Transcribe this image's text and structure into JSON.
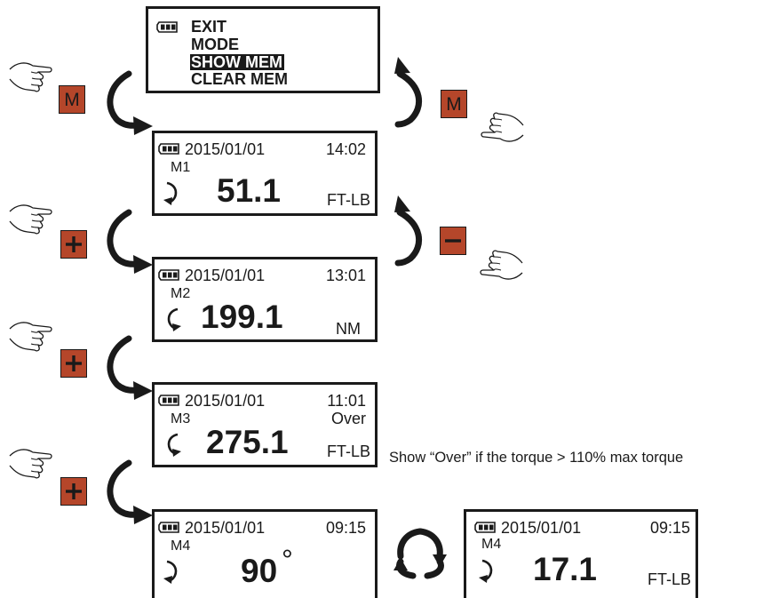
{
  "menu_screen": {
    "items": [
      {
        "label": "EXIT",
        "selected": false
      },
      {
        "label": "MODE",
        "selected": false
      },
      {
        "label": "SHOW MEM",
        "selected": true
      },
      {
        "label": "CLEAR MEM",
        "selected": false
      }
    ]
  },
  "memory_screens": [
    {
      "date": "2015/01/01",
      "time": "14:02",
      "slot": "M1",
      "value": "51.1",
      "unit": "FT-LB",
      "status": "",
      "direction": "clockwise"
    },
    {
      "date": "2015/01/01",
      "time": "13:01",
      "slot": "M2",
      "value": "199.1",
      "unit": "NM",
      "status": "",
      "direction": "counterclockwise"
    },
    {
      "date": "2015/01/01",
      "time": "11:01",
      "slot": "M3",
      "value": "275.1",
      "unit": "FT-LB",
      "status": "Over",
      "direction": "counterclockwise"
    },
    {
      "date": "2015/01/01",
      "time": "09:15",
      "slot": "M4",
      "value": "90",
      "degree": "°",
      "unit": "",
      "status": "",
      "direction": "clockwise"
    },
    {
      "date": "2015/01/01",
      "time": "09:15",
      "slot": "M4",
      "value": "17.1",
      "unit": "FT-LB",
      "status": "",
      "direction": "clockwise"
    }
  ],
  "buttons": {
    "mode_label": "M",
    "mode_color": "#b5462a"
  },
  "note": "Show “Over” if the torque > 110% max torque"
}
